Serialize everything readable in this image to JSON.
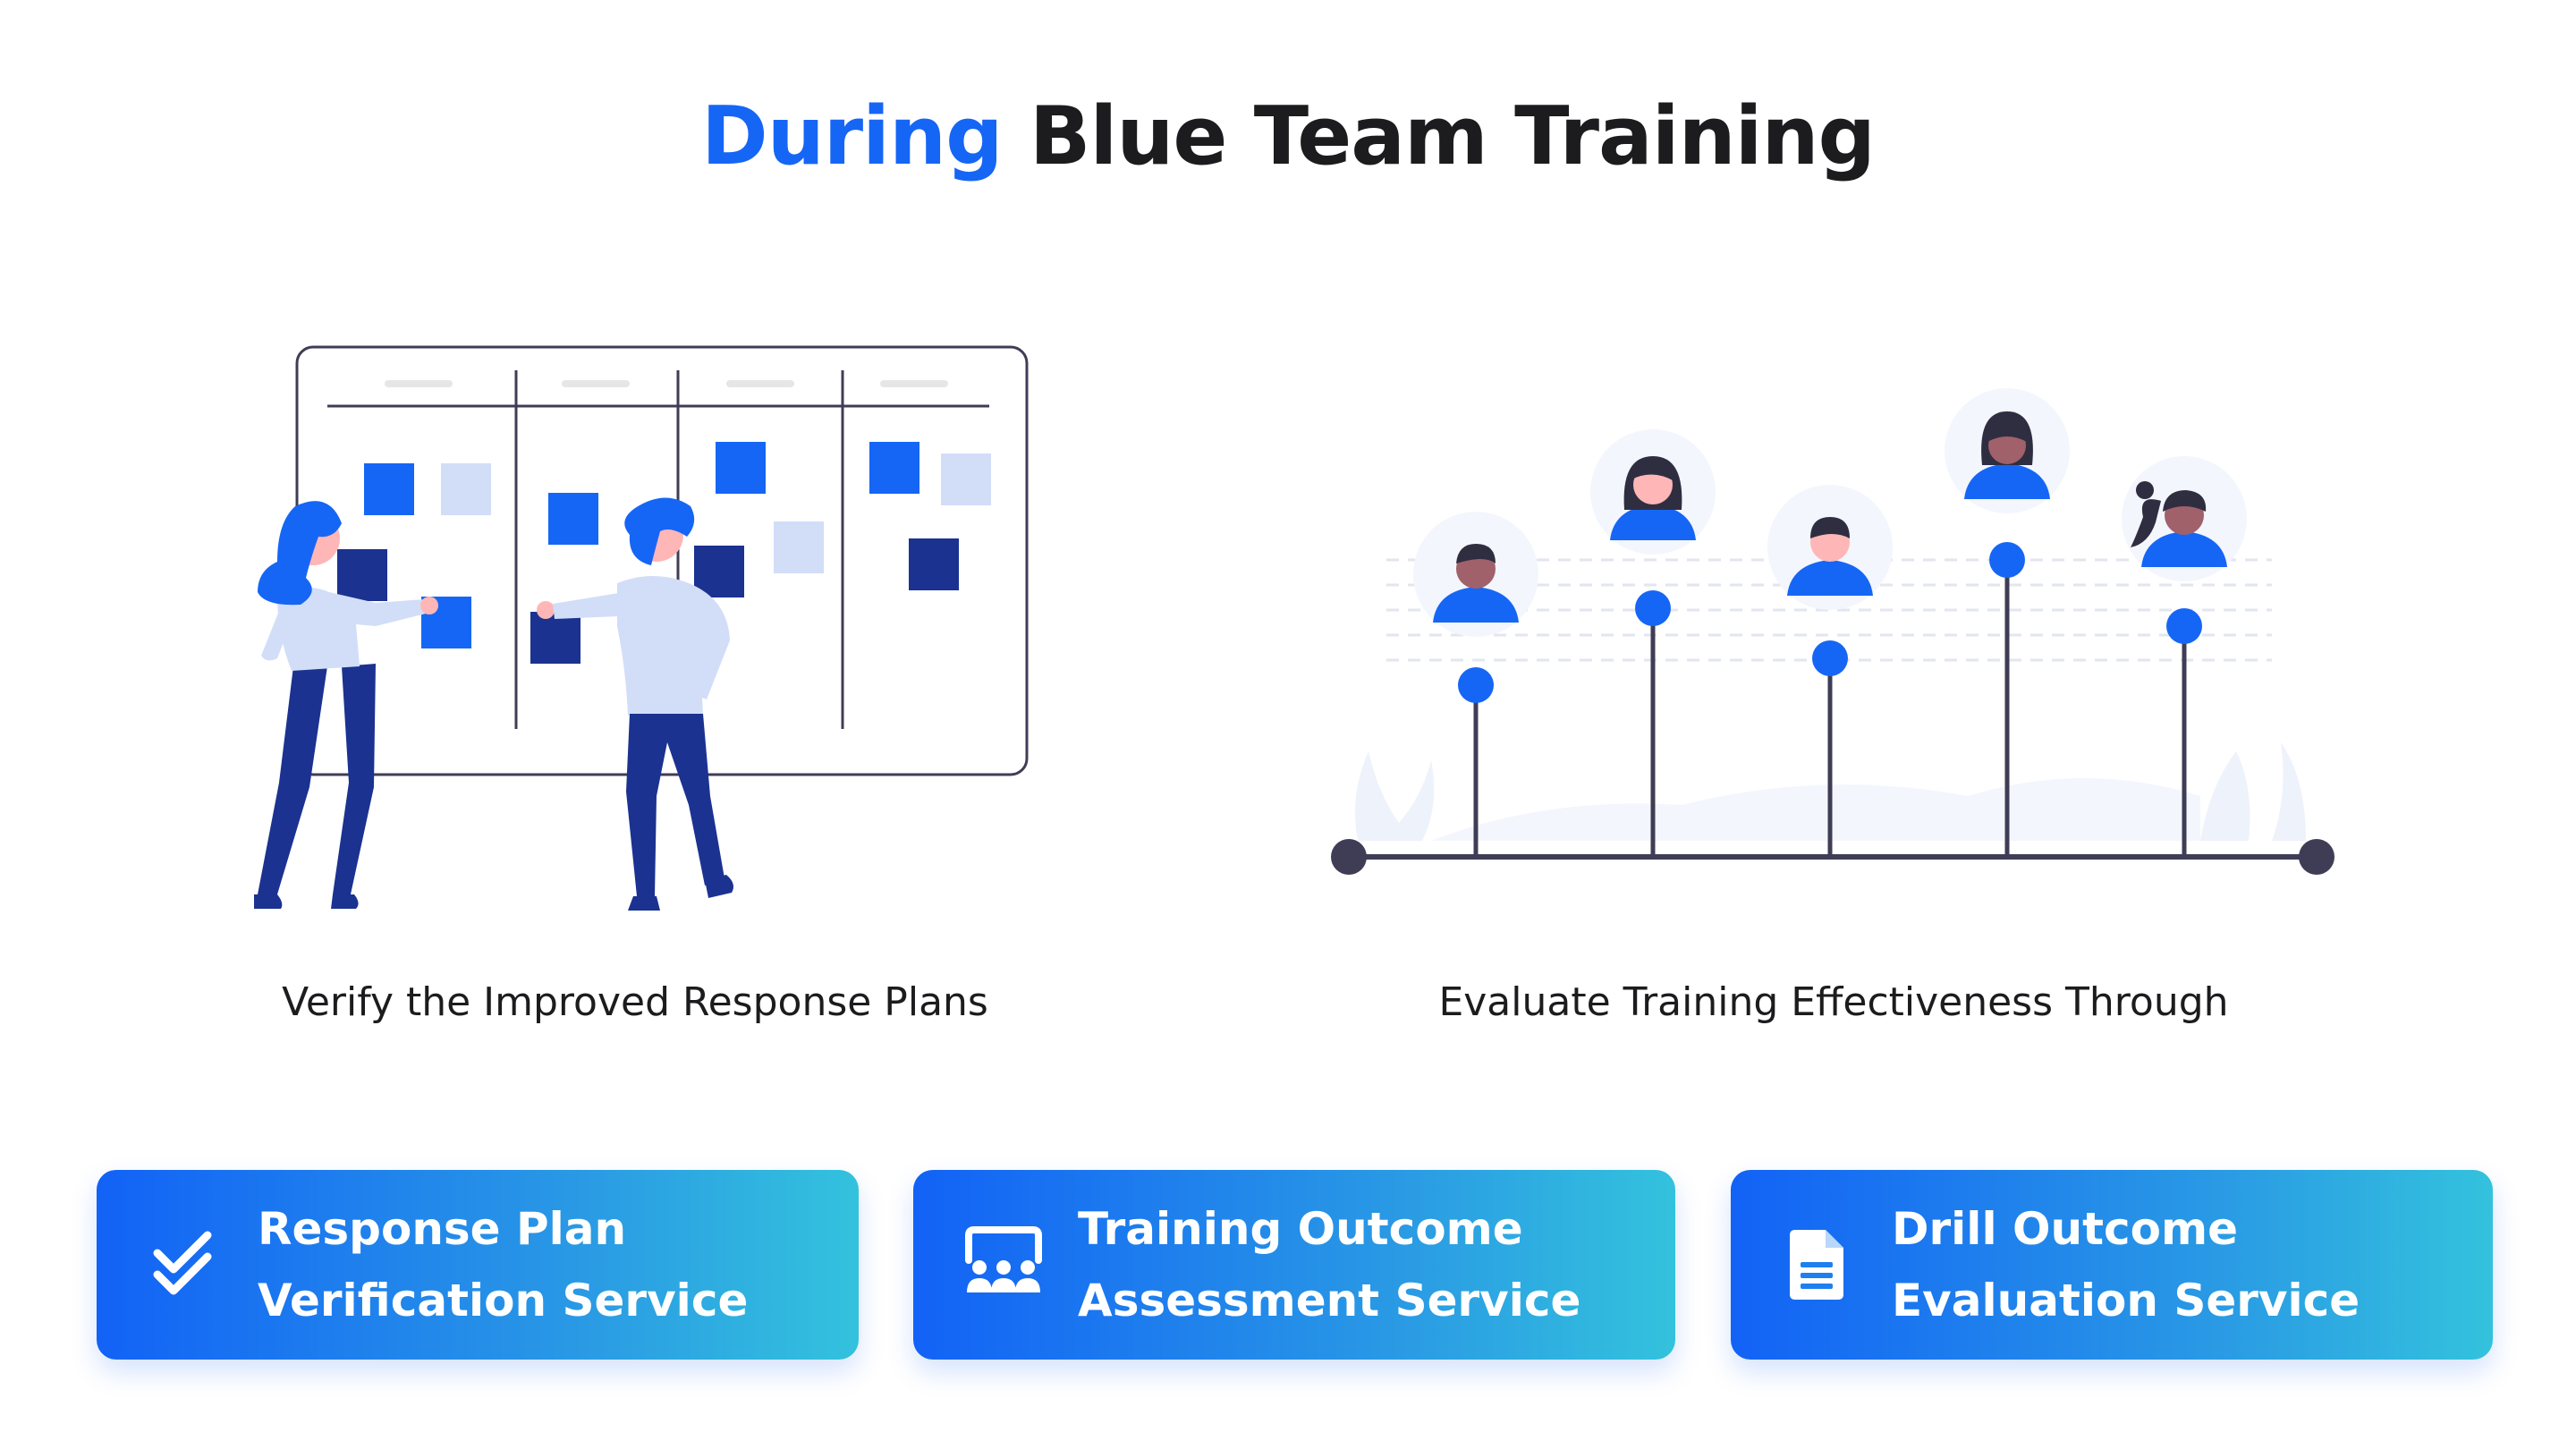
{
  "header": {
    "title_accent": "During",
    "title_rest": "Blue Team Training"
  },
  "sections": [
    {
      "caption": "Verify the Improved Response Plans",
      "icon": "kanban-board-illustration"
    },
    {
      "caption": "Evaluate Training Effectiveness Through",
      "icon": "timeline-people-illustration"
    }
  ],
  "cards": [
    {
      "line1": "Response Plan",
      "line2": "Verification Service",
      "icon": "double-check-icon"
    },
    {
      "line1": "Training Outcome",
      "line2": "Assessment Service",
      "icon": "classroom-icon"
    },
    {
      "line1": "Drill Outcome",
      "line2": "Evaluation Service",
      "icon": "document-icon"
    }
  ],
  "colors": {
    "accent": "#1666f5",
    "navy": "#1b3291",
    "light_blue": "#d2def8",
    "pale_blue": "#e6ecfa",
    "dark": "#2f2e41",
    "card_start": "#1262f6",
    "card_end": "#33c2dd"
  }
}
